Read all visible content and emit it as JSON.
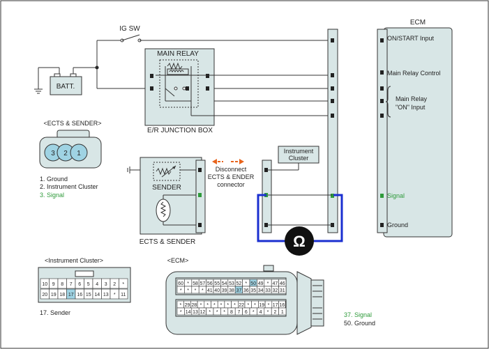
{
  "ig_sw": "IG SW",
  "batt": "BATT.",
  "main_relay": "MAIN RELAY",
  "junction_box": "E/R JUNCTION BOX",
  "ecm": {
    "title": "ECM",
    "on_start": "ON/START Input",
    "main_relay_control": "Main Relay Control",
    "main_relay_on_1": "Main Relay",
    "main_relay_on_2": "\"ON\" Input",
    "signal": "Signal",
    "ground": "Ground"
  },
  "ects_sender_header": "<ECTS & SENDER>",
  "ects_pins": [
    "3",
    "2",
    "1"
  ],
  "ects_legend": [
    "1. Ground",
    "2. Instrument Cluster",
    "3. Signal"
  ],
  "sender": "SENDER",
  "ects_sender_label": "ECTS & SENDER",
  "disconnect": [
    "Disconnect",
    "ECTS & ENDER",
    "connector"
  ],
  "instrument_cluster_box": [
    "Instrument",
    "Cluster"
  ],
  "ohm_symbol": "Ω",
  "ic_header": "<Instrument Cluster>",
  "ic_row1": [
    "10",
    "9",
    "8",
    "7",
    "6",
    "5",
    "4",
    "3",
    "2",
    "*"
  ],
  "ic_row2": [
    "20",
    "19",
    "18",
    "17",
    "16",
    "15",
    "14",
    "13",
    "*",
    "11"
  ],
  "ic_legend": "17. Sender",
  "ecm_conn_header": "<ECM>",
  "ecm_row1": [
    "60",
    "*",
    "58",
    "57",
    "56",
    "55",
    "54",
    "53",
    "52",
    "*",
    "50",
    "49",
    "*",
    "47",
    "46"
  ],
  "ecm_row2": [
    "*",
    "*",
    "*",
    "*",
    "41",
    "40",
    "39",
    "38",
    "37",
    "36",
    "35",
    "34",
    "33",
    "32",
    "31"
  ],
  "ecm_row3": [
    "*",
    "29",
    "28",
    "*",
    "*",
    "*",
    "*",
    "*",
    "*",
    "22",
    "*",
    "*",
    "19",
    "*",
    "17",
    "16"
  ],
  "ecm_row4": [
    "*",
    "14",
    "13",
    "12",
    "*",
    "*",
    "*",
    "8",
    "7",
    "6",
    "*",
    "4",
    "*",
    "2",
    "1"
  ],
  "ecm_legend": [
    "37. Signal",
    "50. Ground"
  ],
  "colors": {
    "signal_green": "#2e9a3a",
    "loop_blue": "#1a2fd0",
    "box_fill": "#d8e6e6",
    "pin_highlight": "#9fd3e3"
  }
}
